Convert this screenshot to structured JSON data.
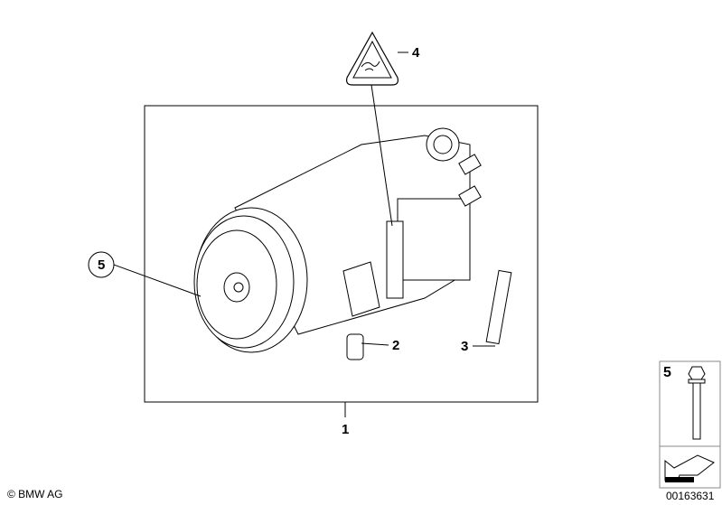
{
  "diagram": {
    "callouts": [
      {
        "id": "1",
        "label": "1"
      },
      {
        "id": "2",
        "label": "2"
      },
      {
        "id": "3",
        "label": "3"
      },
      {
        "id": "4",
        "label": "4"
      },
      {
        "id": "5",
        "label": "5"
      }
    ],
    "inset": {
      "label": "5"
    },
    "copyright": "© BMW AG",
    "diagram_number": "00163631"
  }
}
